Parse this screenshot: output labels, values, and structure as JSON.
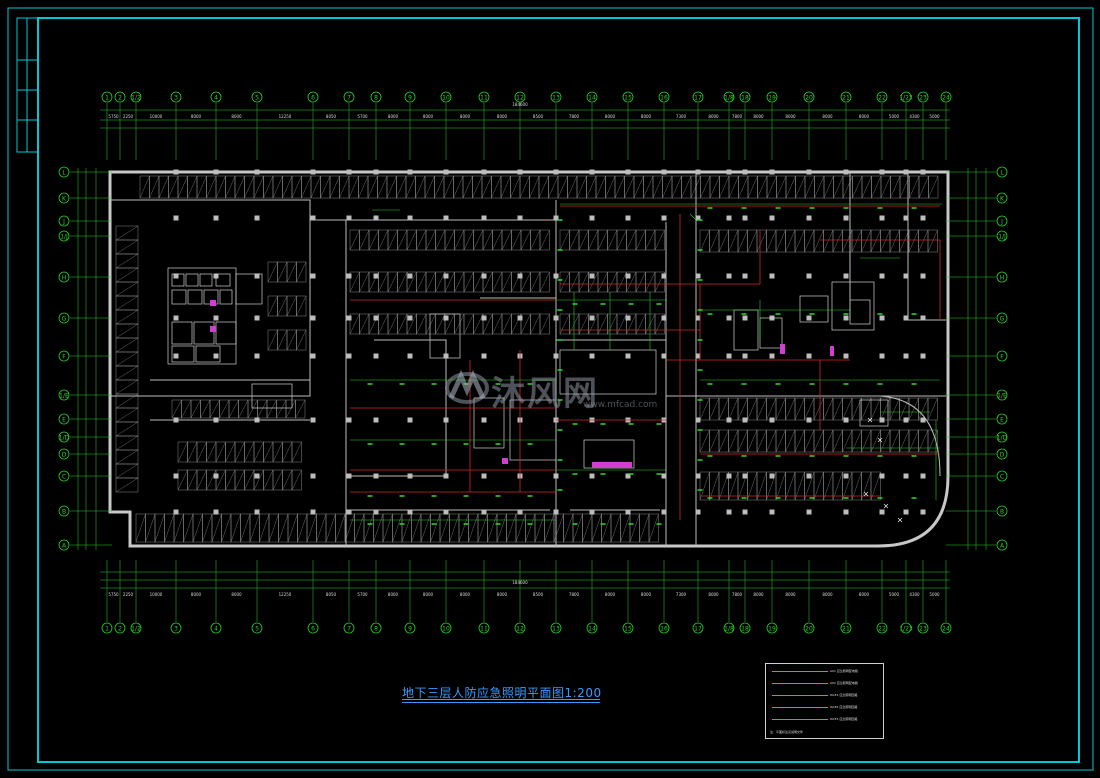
{
  "drawing": {
    "title": "地下三层人防应急照明平面图1:200",
    "watermark": "沐风网",
    "watermark_sub": "www.mfcad.com",
    "colors": {
      "background": "#000000",
      "frame": "#00c8d8",
      "axis": "#2ad12a",
      "wall": "#c8c8c8",
      "parking": "#8a8a8a",
      "circuit_red": "#d02828",
      "circuit_green": "#2ad12a",
      "title": "#3a9bff",
      "magenta": "#d040d0"
    }
  },
  "axes": {
    "columns": [
      "1",
      "2",
      "1/2",
      "3",
      "4",
      "5",
      "6",
      "7",
      "8",
      "9",
      "10",
      "11",
      "12",
      "13",
      "14",
      "15",
      "16",
      "17",
      "1/8",
      "18",
      "19",
      "20",
      "21",
      "22",
      "1/23",
      "23",
      "24"
    ],
    "rows": [
      "L",
      "K",
      "J",
      "1/J",
      "H",
      "G",
      "F",
      "1/E",
      "E",
      "1/D",
      "D",
      "C",
      "B",
      "A"
    ],
    "top_dimensions": [
      "5750",
      "2250",
      "10000",
      "8000",
      "8000",
      "12250",
      "8050",
      "5700",
      "8000",
      "8000",
      "8000",
      "8000",
      "8500",
      "7800",
      "8000",
      "8000",
      "7300",
      "8000",
      "7800",
      "8000",
      "8000",
      "8000",
      "8000",
      "5000",
      "4300",
      "5000"
    ],
    "total_dimension": "184600"
  },
  "legend": {
    "rows": [
      "A01 应急照明配电箱",
      "A02 应急照明配电箱",
      "WLE1 应急照明回路",
      "WLE2 应急照明回路",
      "WLE3 应急照明回路"
    ],
    "note": "注：平面标注见说明文件"
  }
}
